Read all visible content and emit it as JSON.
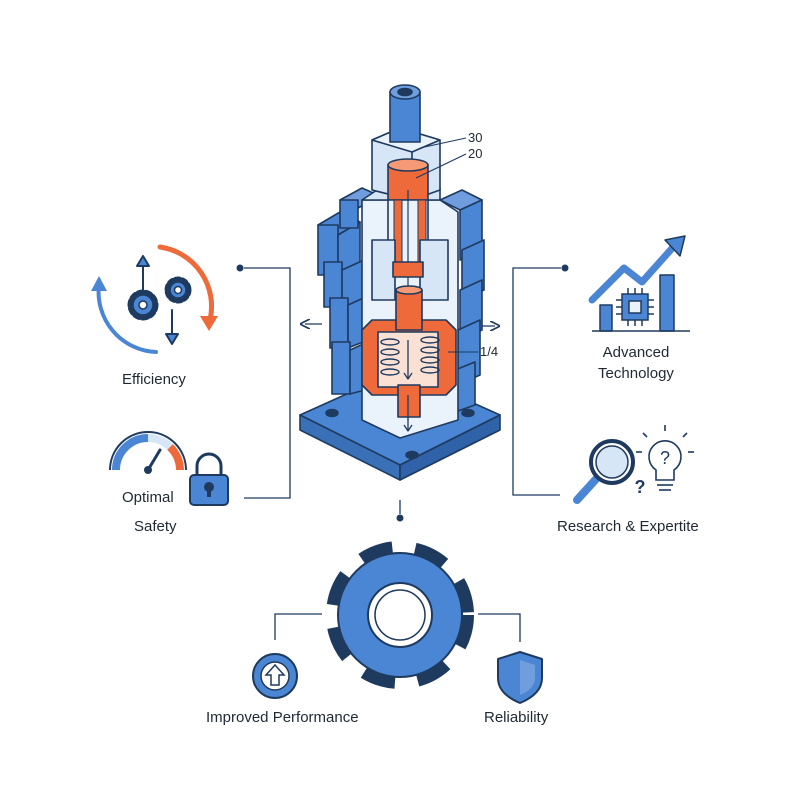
{
  "labels": {
    "efficiency": "Efficiency",
    "optimal": "Optimal",
    "safety": "Safety",
    "advanced": "Advanced",
    "technology": "Technology",
    "research": "Research & Expertite",
    "performance": "Improved Performance",
    "reliability": "Reliability"
  },
  "dimensions": {
    "d30": "30",
    "d20": "20",
    "d14": "1/4"
  },
  "colors": {
    "blue": "#4a86d4",
    "blue_light": "#d7e6f7",
    "blue_pale": "#eaf2fb",
    "orange": "#ef6a3a",
    "outline": "#1e3a5f",
    "text": "#1f2933"
  },
  "icons": [
    "efficiency-cycle-icon",
    "gauge-icon",
    "padlock-icon",
    "growth-chart-icon",
    "microchip-icon",
    "magnifier-icon",
    "lightbulb-icon",
    "question-mark-icon",
    "upload-arrow-icon",
    "shield-icon",
    "gear-icon"
  ]
}
